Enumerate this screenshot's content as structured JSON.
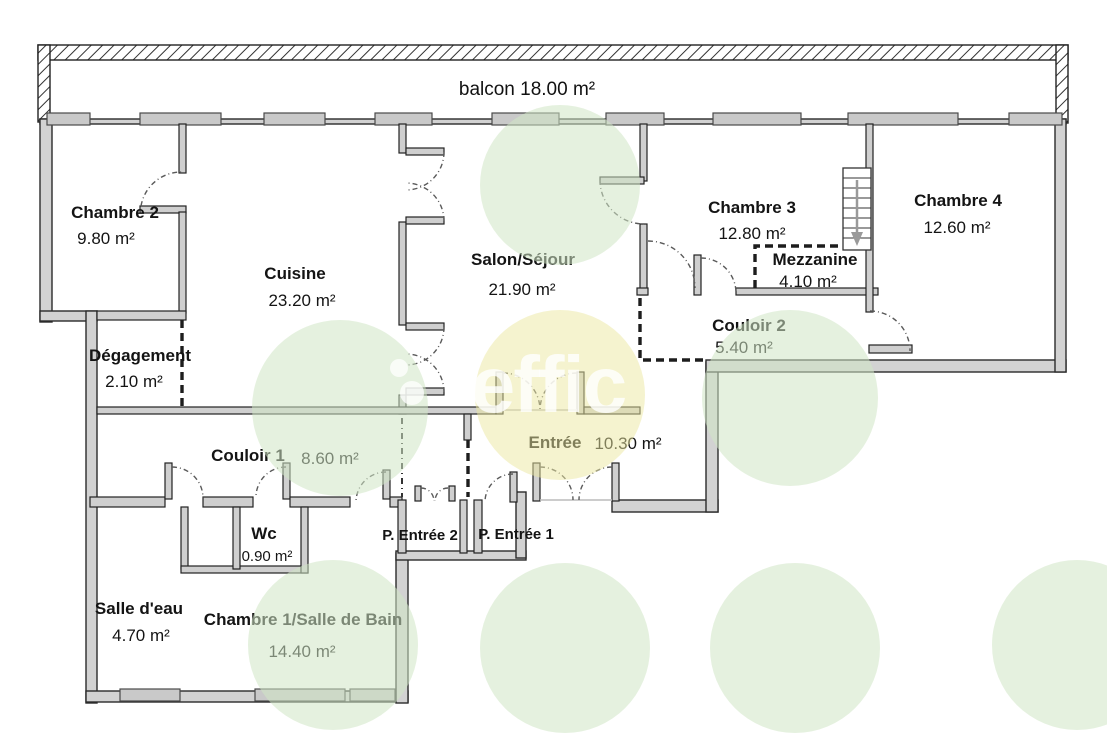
{
  "plan": {
    "balcony_label": "balcon 18.00 m²",
    "watermark_text": "effic",
    "rooms": {
      "chambre2": {
        "name": "Chambre 2",
        "area": "9.80 m²"
      },
      "cuisine": {
        "name": "Cuisine",
        "area": "23.20 m²"
      },
      "salon": {
        "name": "Salon/Séjour",
        "area": "21.90 m²"
      },
      "chambre3": {
        "name": "Chambre 3",
        "area": "12.80 m²"
      },
      "mezzanine": {
        "name": "Mezzanine",
        "area": "4.10 m²"
      },
      "chambre4": {
        "name": "Chambre 4",
        "area": "12.60 m²"
      },
      "couloir2": {
        "name": "Couloir 2",
        "area": "5.40 m²"
      },
      "degagement": {
        "name": "Dégagement",
        "area": "2.10 m²"
      },
      "couloir1": {
        "name": "Couloir 1",
        "area": "8.60 m²"
      },
      "entree": {
        "name": "Entrée",
        "area": "10.30 m²"
      },
      "wc": {
        "name": "Wc",
        "area": "0.90 m²"
      },
      "p_entree2": {
        "name": "P. Entrée 2"
      },
      "p_entree1": {
        "name": "P. Entrée 1"
      },
      "salle_deau": {
        "name": "Salle d'eau",
        "area": "4.70 m²"
      },
      "chambre1": {
        "name": "Chambre 1/Salle de Bain",
        "area": "14.40 m²"
      }
    },
    "colors": {
      "wall_fill": "#d2d2d2",
      "wall_stroke": "#2b2b2b",
      "watermark_green": "#cfe5c4",
      "watermark_yellow": "#ece79f",
      "label_text": "#141414"
    }
  }
}
